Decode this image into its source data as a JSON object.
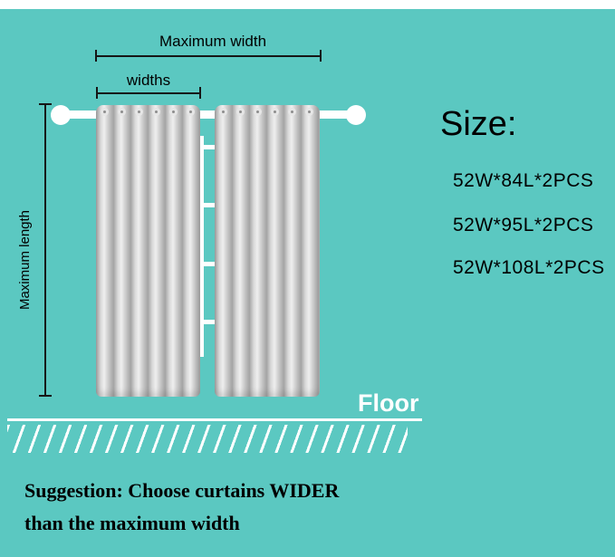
{
  "colors": {
    "background": "#5bc8c1",
    "rod": "#ffffff",
    "curtain_light": "#efefef",
    "curtain_dark": "#a0a0a0",
    "line": "#161616",
    "text": "#000000",
    "floor_text": "#ffffff"
  },
  "annotations": {
    "maximum_width": "Maximum width",
    "widths": "widths",
    "maximum_length": "Maximum length",
    "floor": "Floor"
  },
  "size_panel": {
    "title": "Size:",
    "options": [
      "52W*84L*2PCS",
      "52W*95L*2PCS",
      "52W*108L*2PCS"
    ]
  },
  "suggestion": {
    "line1": "Suggestion: Choose curtains WIDER",
    "line2": "than the maximum width"
  }
}
